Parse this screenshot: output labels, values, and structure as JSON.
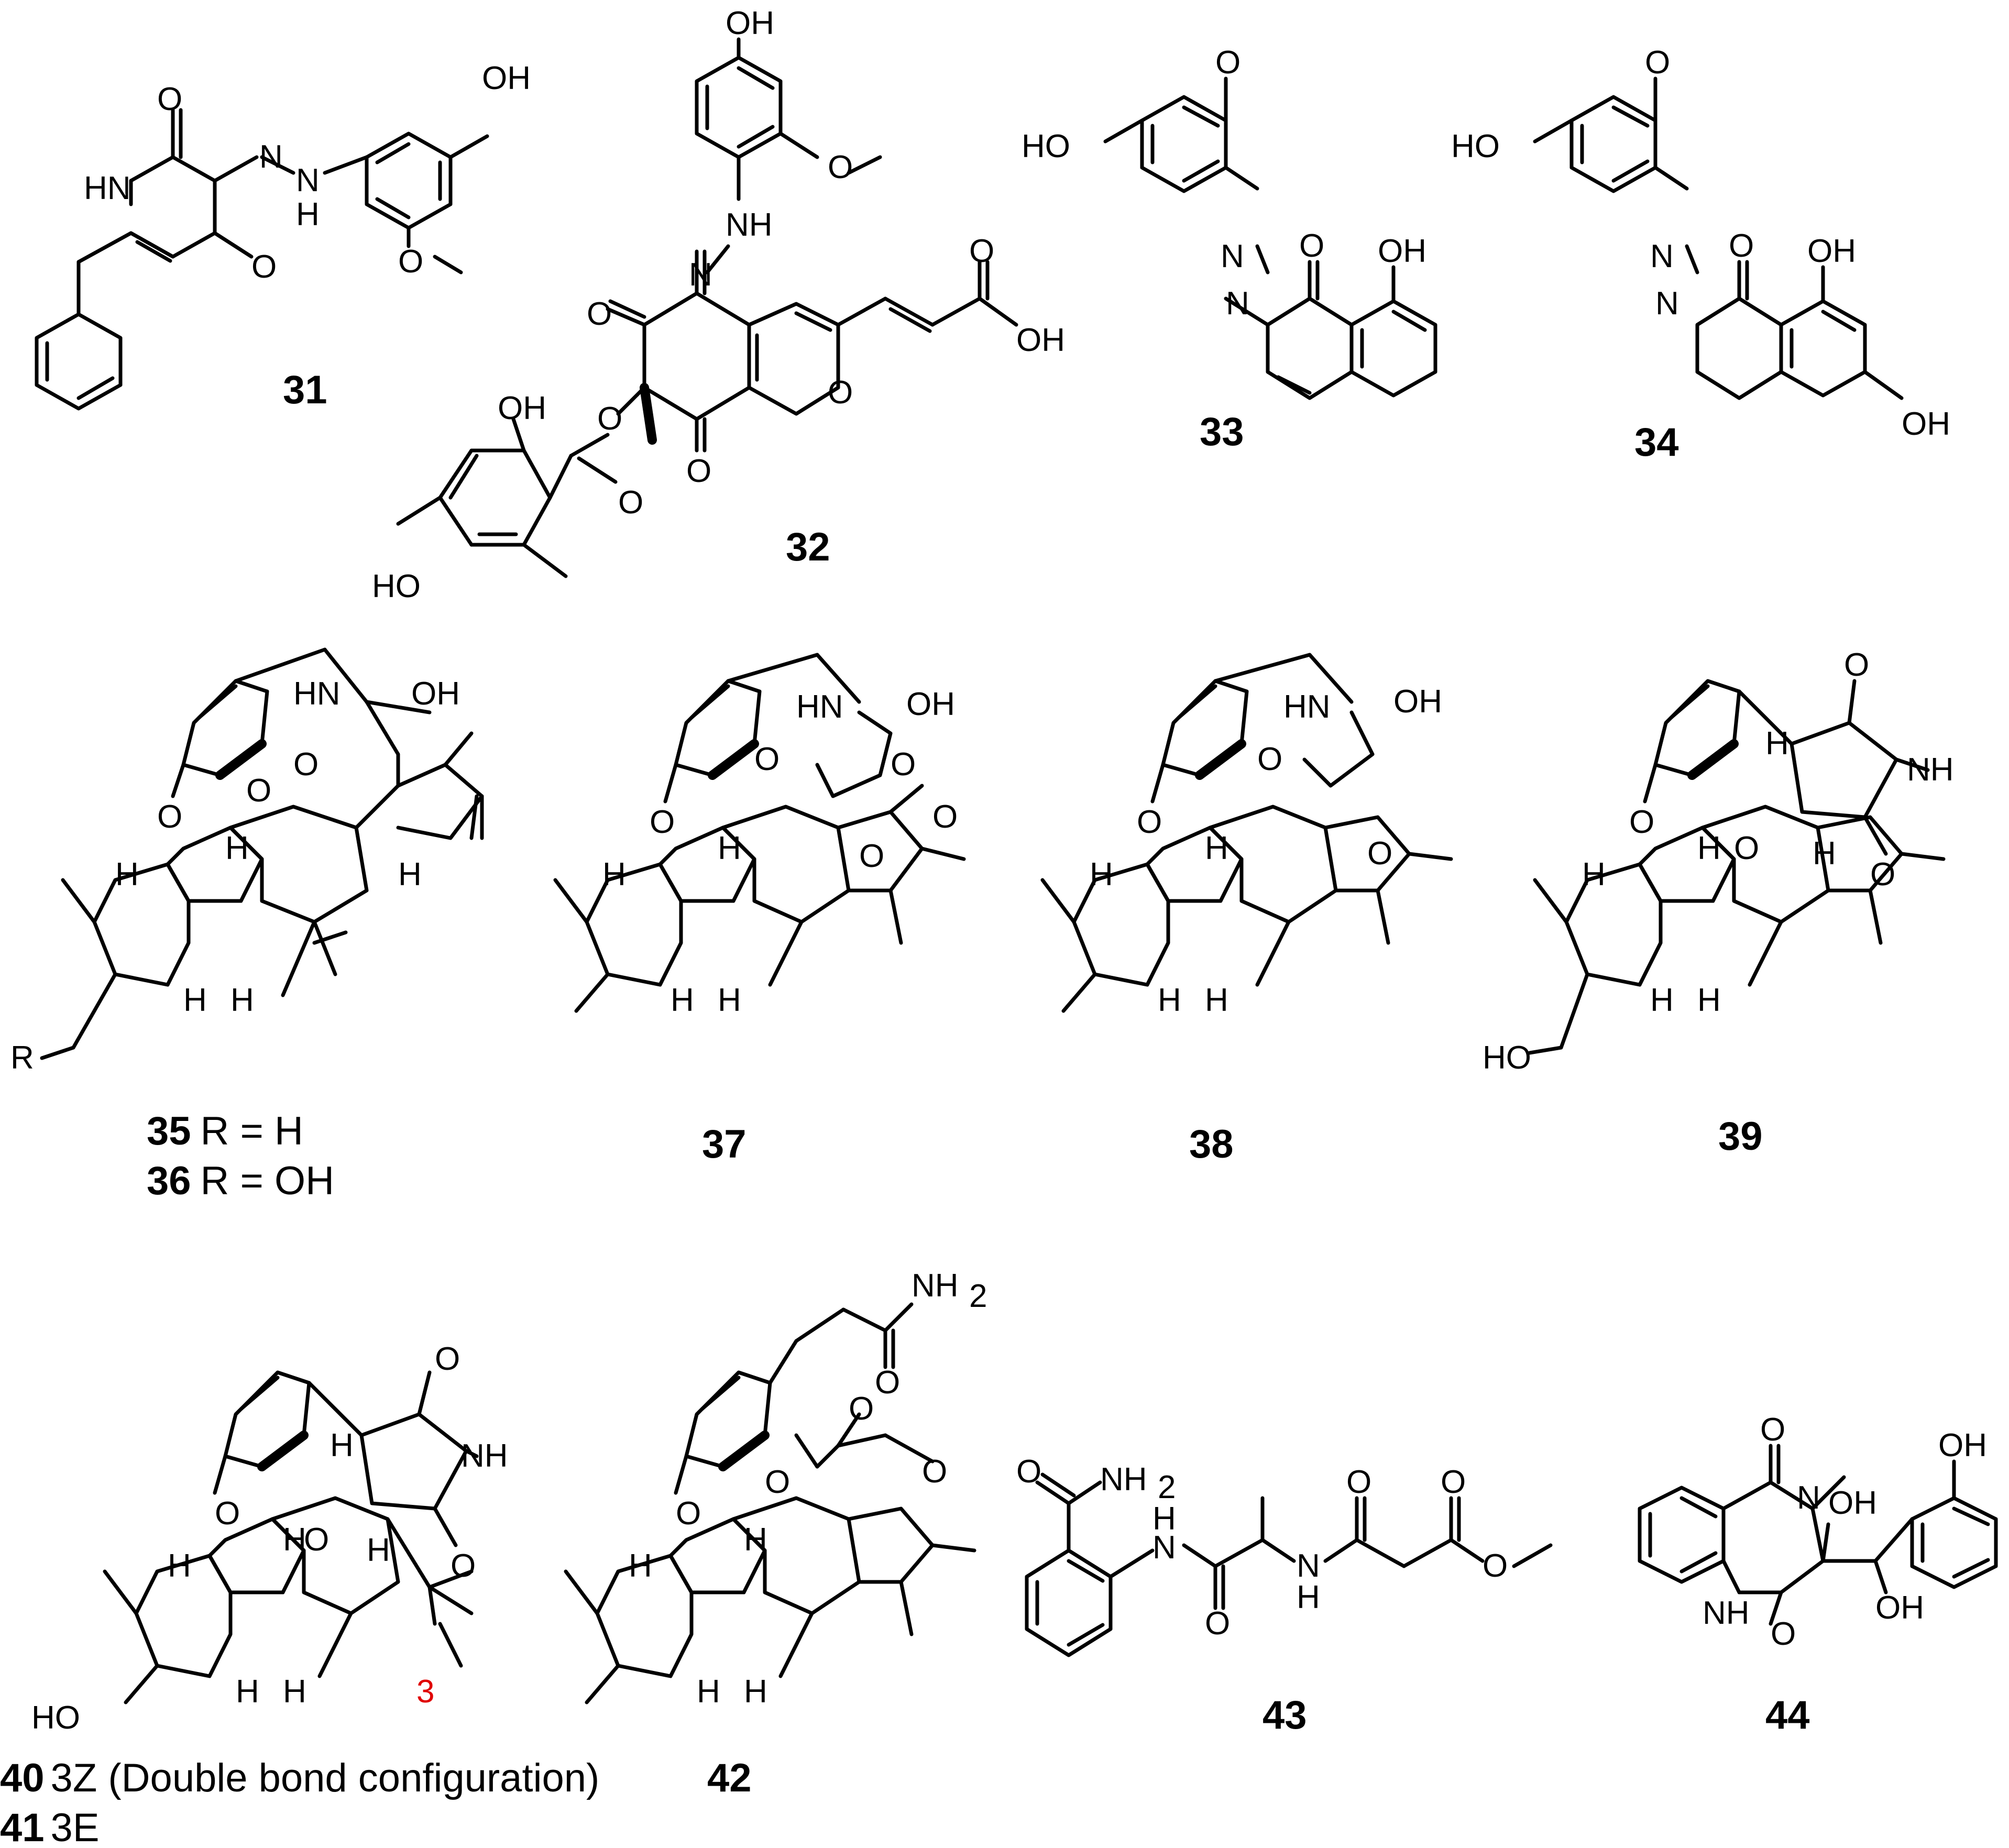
{
  "figure": {
    "compounds": [
      {
        "id": "31"
      },
      {
        "id": "32"
      },
      {
        "id": "33"
      },
      {
        "id": "34"
      },
      {
        "id": "35"
      },
      {
        "id": "36"
      },
      {
        "id": "37"
      },
      {
        "id": "38"
      },
      {
        "id": "39"
      },
      {
        "id": "40"
      },
      {
        "id": "41"
      },
      {
        "id": "42"
      },
      {
        "id": "43"
      },
      {
        "id": "44"
      }
    ],
    "atom_labels": {
      "oh": "OH",
      "ho": "HO",
      "o": "O",
      "n": "N",
      "h": "H",
      "hn": "HN",
      "nh": "NH",
      "nh2": "NH",
      "sub2": "2",
      "r": "R"
    },
    "legends": {
      "c35": {
        "id": "35",
        "text": "R = H"
      },
      "c36": {
        "id": "36",
        "text": "R = OH"
      },
      "c40": {
        "id": "40",
        "text": "3Z (Double bond configuration)"
      },
      "c41": {
        "id": "41",
        "text": "3E"
      },
      "c42": {
        "id": "42"
      }
    },
    "locant": "3"
  }
}
